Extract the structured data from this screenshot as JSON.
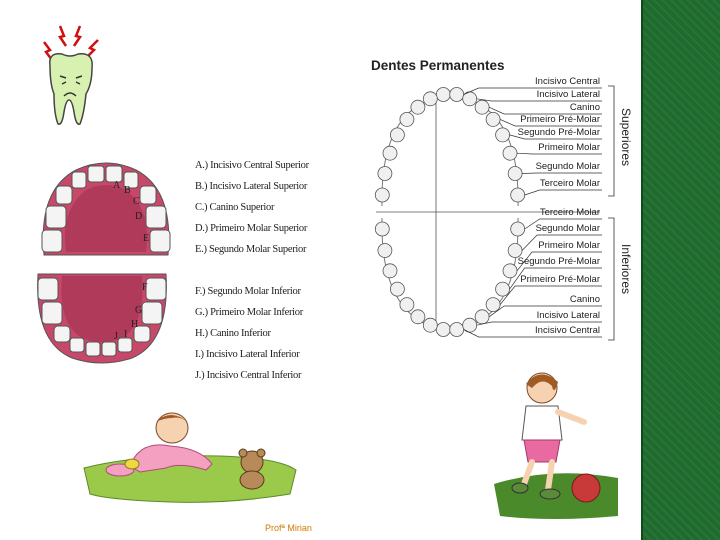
{
  "slide": {
    "footer": "Profª Mirian",
    "colors": {
      "sidebar": "#1f6b2e",
      "gum": "#c8486a",
      "tooth_green": "#d8f0b0",
      "footer_text": "#d07a00"
    }
  },
  "arch_legend": {
    "upper_letters": [
      "A",
      "B",
      "C",
      "D",
      "E"
    ],
    "lower_letters": [
      "F",
      "G",
      "H",
      "I",
      "J"
    ],
    "entries": [
      "A.) Incisivo Central Superior",
      "B.) Incisivo Lateral Superior",
      "C.) Canino Superior",
      "D.) Primeiro Molar Superior",
      "E.) Segundo Molar Superior",
      "F.) Segundo Molar Inferior",
      "G.) Primeiro Molar Inferior",
      "H.) Canino Inferior",
      "I.) Incisivo Lateral Inferior",
      "J.) Incisivo Central Inferior"
    ]
  },
  "permanent": {
    "title": "Dentes Permanentes",
    "upper_group": "Superiores",
    "lower_group": "Inferiores",
    "upper_labels": [
      "Incisivo Central",
      "Incisivo Lateral",
      "Canino",
      "Primeiro Pré-Molar",
      "Segundo Pré-Molar",
      "Primeiro Molar",
      "Segundo Molar",
      "Terceiro Molar"
    ],
    "lower_labels": [
      "Terceiro Molar",
      "Segundo Molar",
      "Primeiro Molar",
      "Segundo Pré-Molar",
      "Primeiro Pré-Molar",
      "Canino",
      "Incisivo Lateral",
      "Incisivo Central"
    ]
  }
}
